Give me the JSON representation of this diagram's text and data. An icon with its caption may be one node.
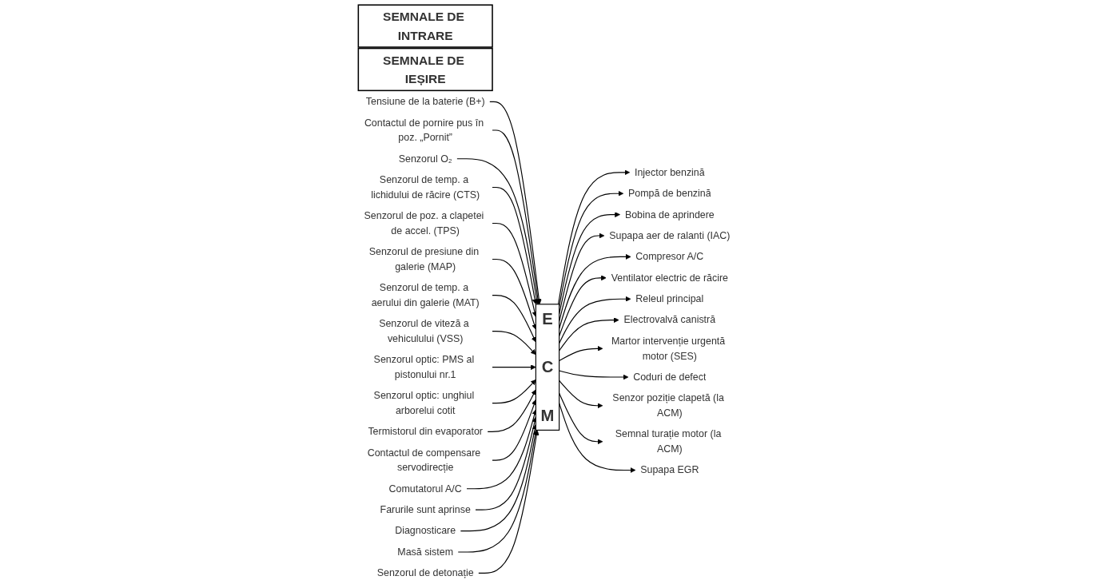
{
  "diagram": {
    "nodes": [
      {
        "text": [
          "SEMNALE DE INTRARE"
        ]
      },
      {
        "text": [
          "SEMNALE DE IEȘIRE"
        ]
      },
      {
        "text": [
          "E C M"
        ]
      },
      {
        "text": [
          "Tensiune de la baterie (B+)"
        ]
      },
      {
        "text": [
          "Contactul de pornire pus în poz. „Pornit”"
        ]
      },
      {
        "text": [
          "Senzorul O₂"
        ]
      },
      {
        "text": [
          "Senzorul de temp. a lichidului de răcire (CTS)"
        ]
      },
      {
        "text": [
          "Senzorul de poz. a clapetei de accel. (TPS)"
        ]
      },
      {
        "text": [
          "Senzorul de presiune din galerie (MAP)"
        ]
      },
      {
        "text": [
          "Senzorul de temp. a aerului din galerie (MAT)"
        ]
      },
      {
        "text": [
          "Senzorul de viteză a vehiculului (VSS)"
        ]
      },
      {
        "text": [
          "Senzorul optic: PMS al pistonului nr.1"
        ]
      },
      {
        "text": [
          "Senzorul optic: unghiul arborelui cotit"
        ]
      },
      {
        "text": [
          "Termistorul din evaporator"
        ]
      },
      {
        "text": [
          "Contactul de compensare servodirecție"
        ]
      },
      {
        "text": [
          "Comutatorul A/C"
        ]
      },
      {
        "text": [
          "Farurile sunt aprinse"
        ]
      },
      {
        "text": [
          "Diagnosticare"
        ]
      },
      {
        "text": [
          "Masă sistem"
        ]
      },
      {
        "text": [
          "Senzorul de detonație"
        ]
      },
      {
        "text": [
          "Injector benzină"
        ]
      },
      {
        "text": [
          "Pompă de benzină"
        ]
      },
      {
        "text": [
          "Bobina de aprindere"
        ]
      },
      {
        "text": [
          "Supapa aer de ralanti (IAC)"
        ]
      },
      {
        "text": [
          "Compresor A/C"
        ]
      },
      {
        "text": [
          "Ventilator electric de răcire"
        ]
      },
      {
        "text": [
          "Releul principal"
        ]
      },
      {
        "text": [
          "Electrovalvă canistră"
        ]
      },
      {
        "text": [
          "Martor intervenție urgentă motor (SES)"
        ]
      },
      {
        "text": [
          "Coduri de defect"
        ]
      },
      {
        "text": [
          "Senzor poziție clapetă (la ACM)"
        ]
      },
      {
        "text": [
          "Semnal turație motor (la ACM)"
        ]
      },
      {
        "text": [
          "Supapa EGR"
        ]
      }
    ],
    "edges": [
      {
        "from": 3,
        "to": 2,
        "arrow": "to"
      },
      {
        "from": 4,
        "to": 2,
        "arrow": "to"
      },
      {
        "from": 5,
        "to": 2,
        "arrow": "to"
      },
      {
        "from": 6,
        "to": 2,
        "arrow": "to"
      },
      {
        "from": 7,
        "to": 2,
        "arrow": "to"
      },
      {
        "from": 8,
        "to": 2,
        "arrow": "to"
      },
      {
        "from": 9,
        "to": 2,
        "arrow": "to"
      },
      {
        "from": 10,
        "to": 2,
        "arrow": "to"
      },
      {
        "from": 11,
        "to": 2,
        "arrow": "to"
      },
      {
        "from": 12,
        "to": 2,
        "arrow": "to"
      },
      {
        "from": 13,
        "to": 2,
        "arrow": "to"
      },
      {
        "from": 14,
        "to": 2,
        "arrow": "to"
      },
      {
        "from": 15,
        "to": 2,
        "arrow": "to"
      },
      {
        "from": 16,
        "to": 2,
        "arrow": "to"
      },
      {
        "from": 17,
        "to": 2,
        "arrow": "to"
      },
      {
        "from": 18,
        "to": 2,
        "arrow": "to"
      },
      {
        "from": 19,
        "to": 2,
        "arrow": "to"
      },
      {
        "from": 2,
        "to": 20,
        "arrow": "to"
      },
      {
        "from": 2,
        "to": 21,
        "arrow": "to"
      },
      {
        "from": 2,
        "to": 22,
        "arrow": "to"
      },
      {
        "from": 2,
        "to": 23,
        "arrow": "to"
      },
      {
        "from": 2,
        "to": 24,
        "arrow": "to"
      },
      {
        "from": 2,
        "to": 25,
        "arrow": "to"
      },
      {
        "from": 2,
        "to": 26,
        "arrow": "to"
      },
      {
        "from": 2,
        "to": 27,
        "arrow": "to"
      },
      {
        "from": 2,
        "to": 28,
        "arrow": "to"
      },
      {
        "from": 2,
        "to": 29,
        "arrow": "to"
      },
      {
        "from": 2,
        "to": 30,
        "arrow": "to"
      },
      {
        "from": 2,
        "to": 31,
        "arrow": "to"
      },
      {
        "from": 2,
        "to": 32,
        "arrow": "to"
      }
    ]
  }
}
